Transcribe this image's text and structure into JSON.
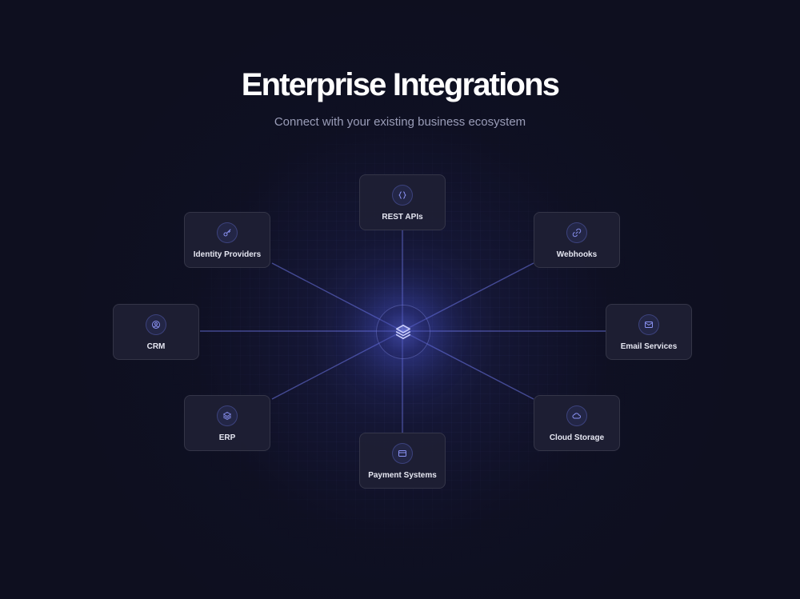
{
  "header": {
    "title": "Enterprise Integrations",
    "subtitle": "Connect with your existing business ecosystem"
  },
  "hub": {
    "icon": "layers-icon"
  },
  "integrations": [
    {
      "label": "REST APIs",
      "icon": "code-braces-icon"
    },
    {
      "label": "Webhooks",
      "icon": "link-icon"
    },
    {
      "label": "Email Services",
      "icon": "mail-icon"
    },
    {
      "label": "Cloud Storage",
      "icon": "cloud-icon"
    },
    {
      "label": "Payment Systems",
      "icon": "credit-card-icon"
    },
    {
      "label": "ERP",
      "icon": "layers-icon"
    },
    {
      "label": "CRM",
      "icon": "user-circle-icon"
    },
    {
      "label": "Identity Providers",
      "icon": "key-icon"
    }
  ],
  "colors": {
    "background": "#0e0f1f",
    "accent": "#6c74e8",
    "card": "#1e2034",
    "text": "#e6e7f2",
    "subtitle": "#9a9db8"
  }
}
